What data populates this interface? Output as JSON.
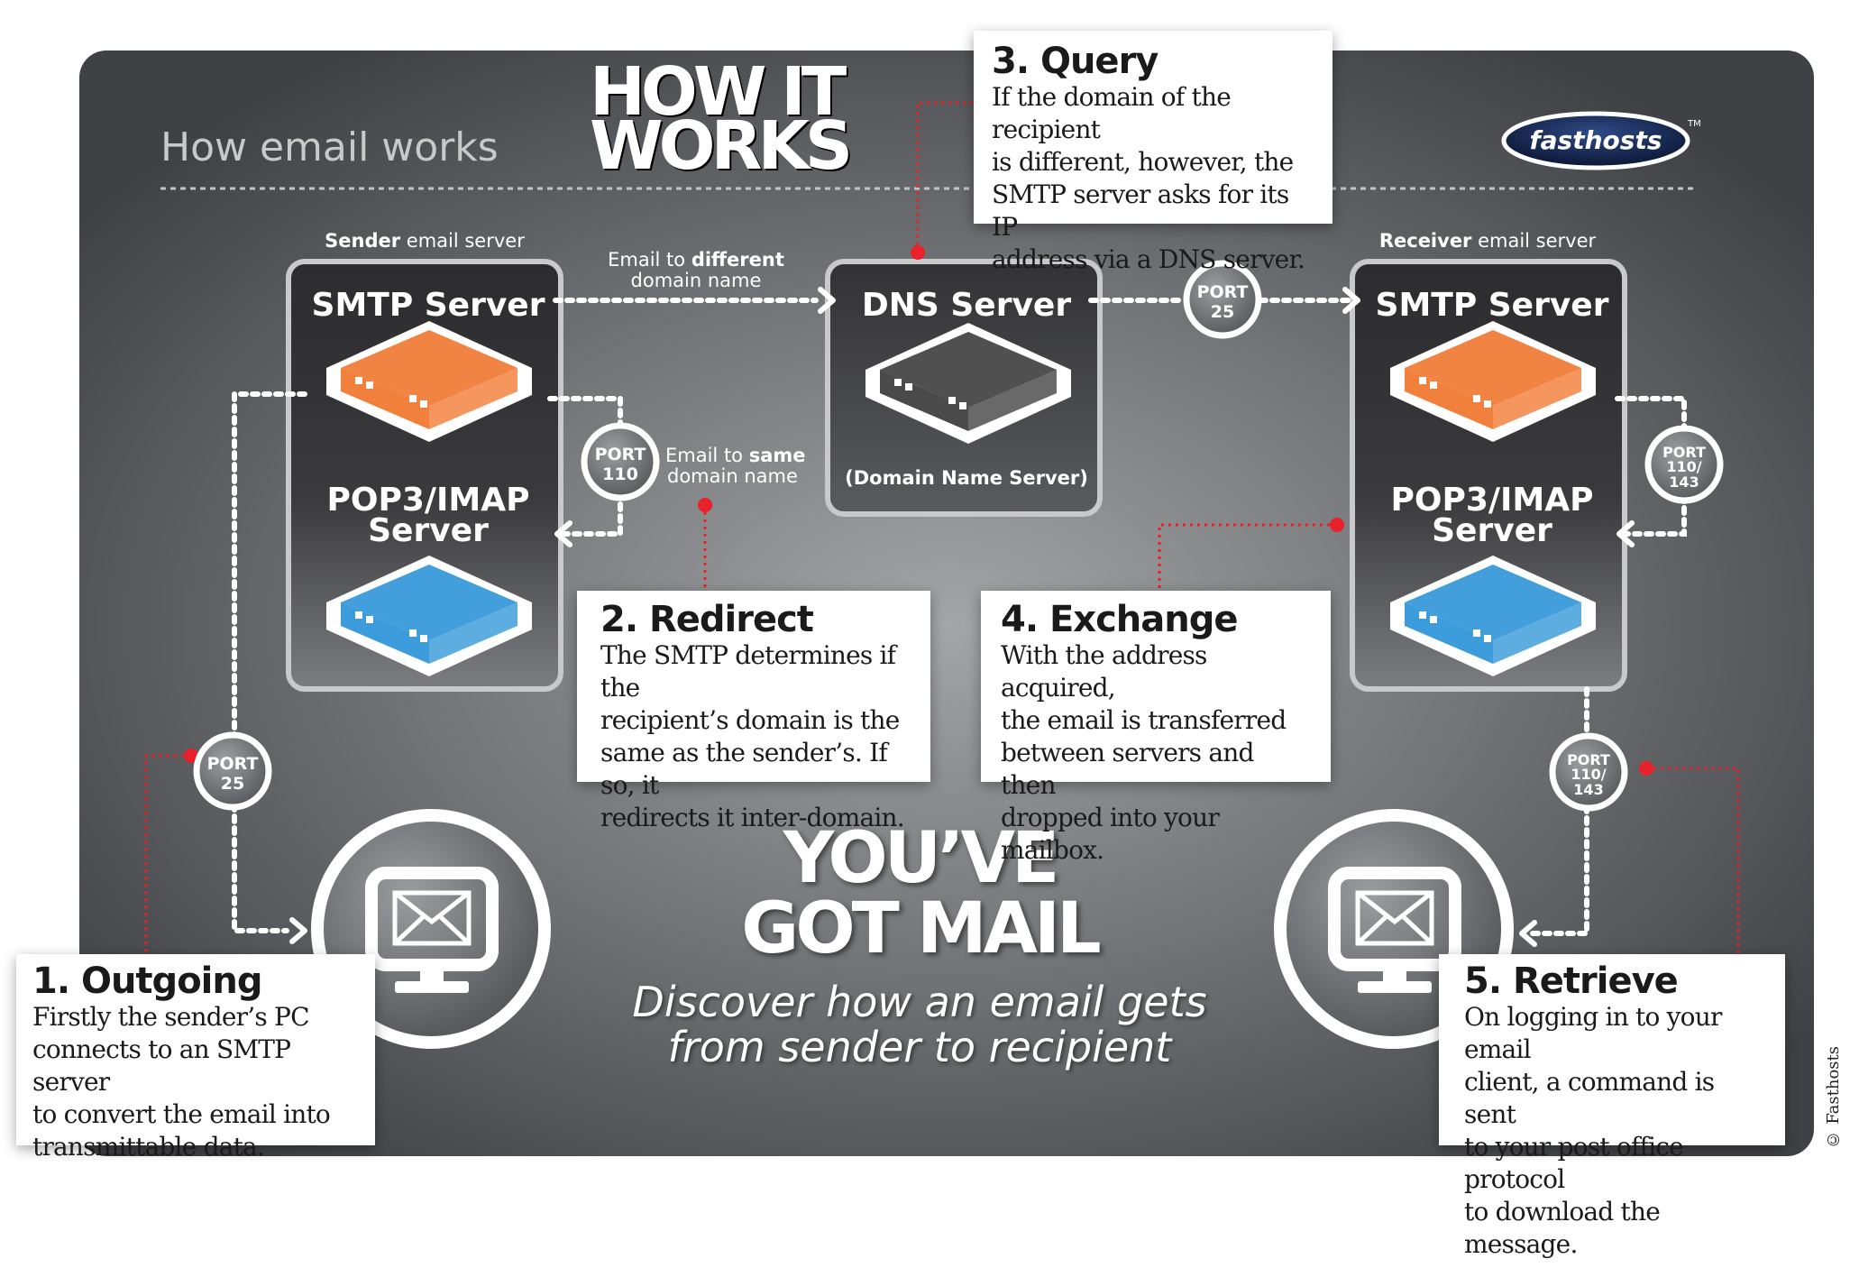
{
  "header": {
    "subtitle": "How email works",
    "logo_line1": "HOW IT",
    "logo_line2": "WORKS",
    "brand": "fasthosts",
    "brand_tm": "TM"
  },
  "sender": {
    "label_bold": "Sender",
    "label_rest": " email server",
    "smtp": "SMTP Server",
    "pop_line1": "POP3/IMAP",
    "pop_line2": "Server"
  },
  "receiver": {
    "label_bold": "Receiver",
    "label_rest": " email server",
    "smtp": "SMTP Server",
    "pop_line1": "POP3/IMAP",
    "pop_line2": "Server"
  },
  "dns": {
    "title": "DNS Server",
    "sub": "(Domain Name Server)"
  },
  "arrows": {
    "diff_line1_pre": "Email to ",
    "diff_line1_bold": "different",
    "diff_line2": "domain name",
    "same_line1_pre": "Email to ",
    "same_line1_bold": "same",
    "same_line2": "domain name"
  },
  "ports": {
    "word": "PORT",
    "p25": "25",
    "p110": "110",
    "p110_143_a": "110/",
    "p110_143_b": "143"
  },
  "steps": [
    {
      "title": "1. Outgoing",
      "lines": [
        "Firstly the sender’s PC",
        "connects to an SMTP server",
        "to convert the email into",
        "transmittable data."
      ]
    },
    {
      "title": "2. Redirect",
      "lines": [
        "The SMTP determines if the",
        "recipient’s domain is the",
        "same as the sender’s. If so, it",
        "redirects it inter-domain."
      ]
    },
    {
      "title": "3. Query",
      "lines": [
        "If the domain of the recipient",
        "is different, however, the",
        "SMTP server asks for its IP",
        "address via a DNS server."
      ]
    },
    {
      "title": "4. Exchange",
      "lines": [
        "With the address acquired,",
        "the email is transferred",
        "between servers and then",
        "dropped into your mailbox."
      ]
    },
    {
      "title": "5. Retrieve",
      "lines": [
        "On logging in to your email",
        "client, a command is sent",
        "to your post office protocol",
        "to download the message."
      ]
    }
  ],
  "headline": {
    "line1": "YOU’VE",
    "line2": "GOT MAIL",
    "tag1": "Discover how an email gets",
    "tag2": "from sender to recipient"
  },
  "copyright": "© Fasthosts",
  "colors": {
    "bg_dark": "#454649",
    "bg_light": "#9a9b9d",
    "smtp_orange": "#ef6a1a",
    "pop_blue": "#1a8ad4",
    "dns_black": "#2a2a2a",
    "red_line": "#e8212a",
    "brand_navy": "#0c1a3c"
  }
}
